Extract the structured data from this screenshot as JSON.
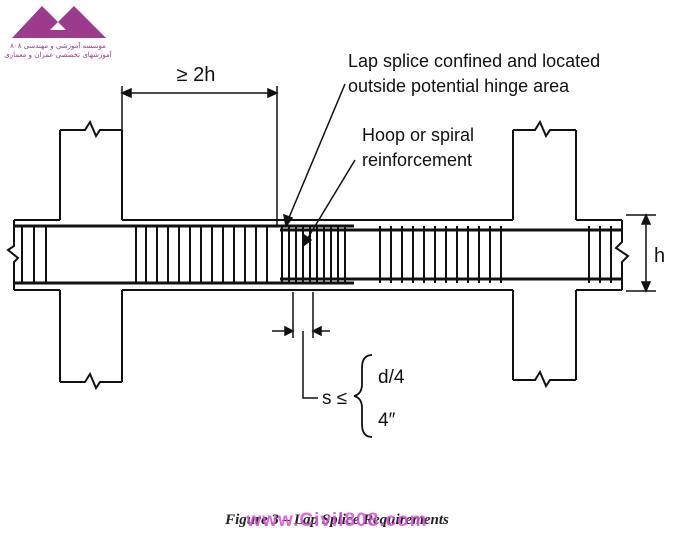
{
  "logo": {
    "line1": "موسسه آموزشی و مهندسی ۸۰۸",
    "line2": "آموزشهای تخصصی عمران و معماری"
  },
  "annotations": {
    "min_length": "≥ 2h",
    "lap_splice_line1": "Lap splice confined and located",
    "lap_splice_line2": "outside potential hinge area",
    "hoop_line1": "Hoop or spiral",
    "hoop_line2": "reinforcement",
    "depth": "h",
    "spacing_label": "s ≤",
    "spacing_opt1": "d/4",
    "spacing_opt2": "4″"
  },
  "caption": "Figure 3 – Lap Splice Requirements",
  "watermark": "www.Civil808.com",
  "colors": {
    "ink": "#111111",
    "watermark": "#d64fd6",
    "logo": "#9a3a8a"
  }
}
